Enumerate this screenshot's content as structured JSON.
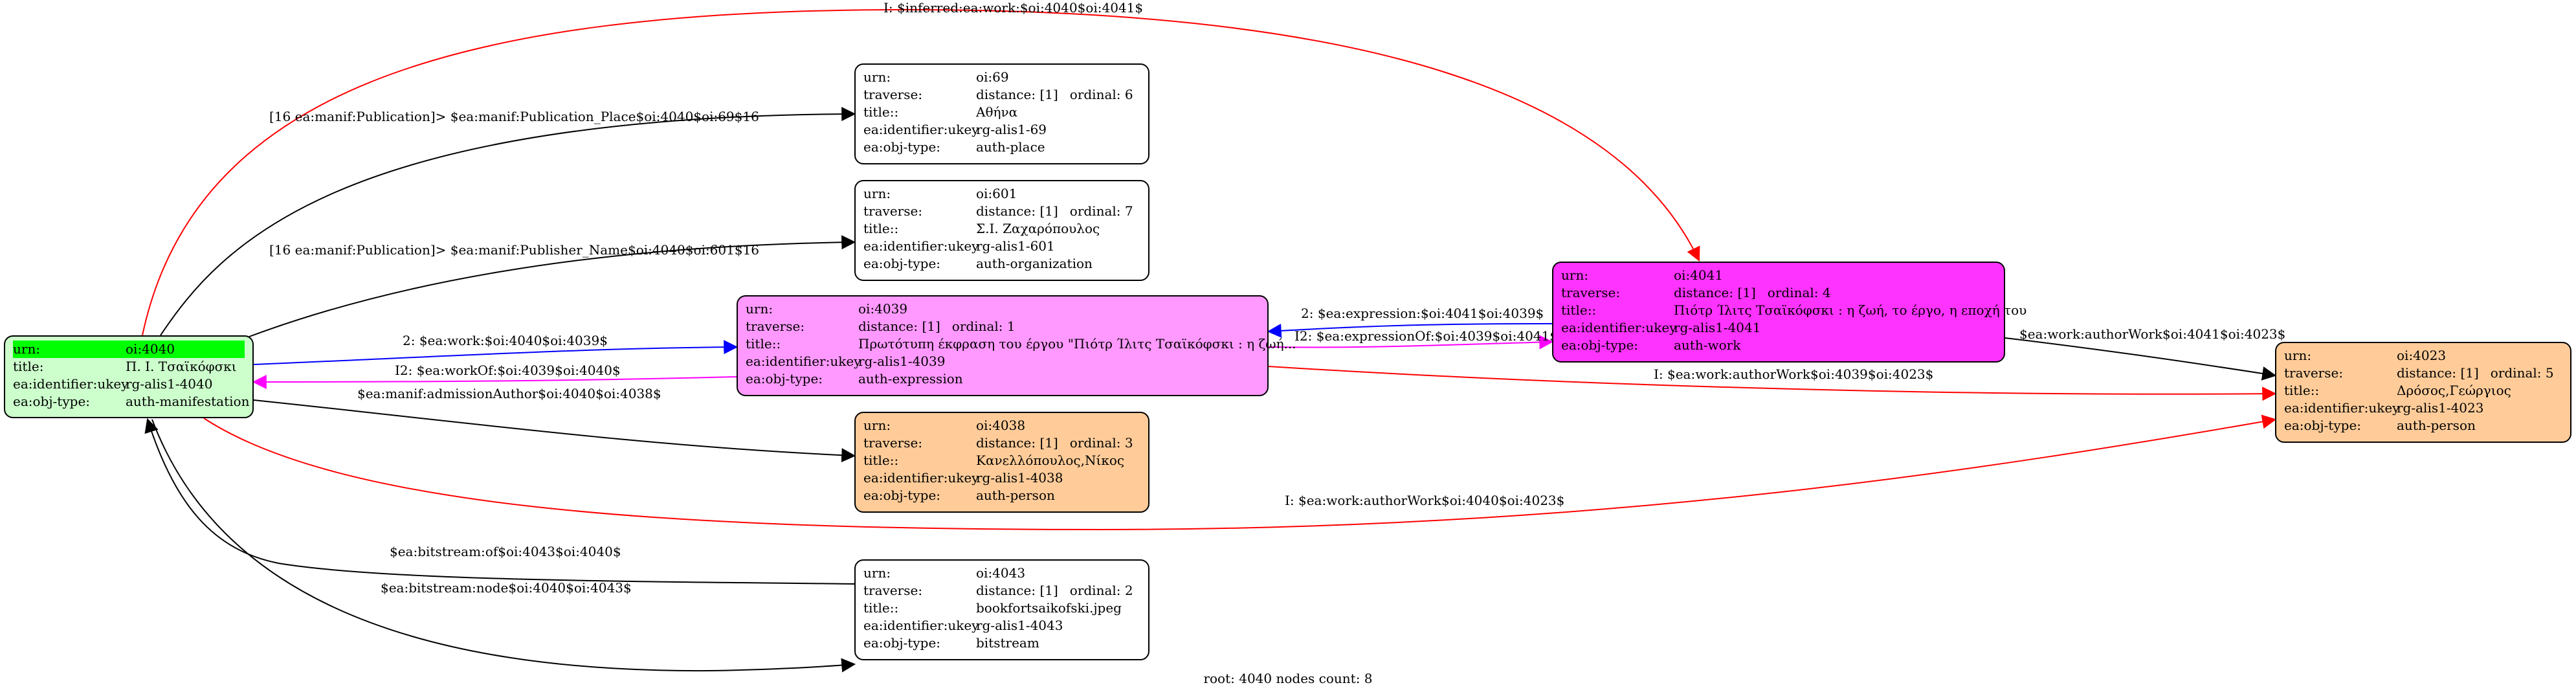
{
  "colors": {
    "root": "#ccffcc",
    "expression": "#ff99ff",
    "work": "#ff33ff",
    "person": "#ffcc99",
    "plain": "#ffffff",
    "highlight": "#00ff00",
    "edge_black": "#000000",
    "edge_red": "#ff0000",
    "edge_blue": "#0000ff",
    "edge_magenta": "#ff00ff"
  },
  "field_labels": {
    "urn": "urn:",
    "traverse": "traverse:",
    "title": "title::",
    "title_root": "title:",
    "ukey": "ea:identifier:ukey",
    "objtype": "ea:obj-type:"
  },
  "nodes": {
    "oi4040": {
      "urn": "oi:4040",
      "title": "Π. Ι. Τσαϊκόφσκι",
      "ukey": "rg-alis1-4040",
      "objtype": "auth-manifestation"
    },
    "oi69": {
      "urn": "oi:69",
      "distance": "distance: [1]",
      "ordinal": "ordinal: 6",
      "title": "Αθήνα",
      "ukey": "rg-alis1-69",
      "objtype": "auth-place"
    },
    "oi601": {
      "urn": "oi:601",
      "distance": "distance: [1]",
      "ordinal": "ordinal: 7",
      "title": "Σ.Ι. Ζαχαρόπουλος",
      "ukey": "rg-alis1-601",
      "objtype": "auth-organization"
    },
    "oi4039": {
      "urn": "oi:4039",
      "distance": "distance: [1]",
      "ordinal": "ordinal: 1",
      "title": "Πρωτότυπη έκφραση του έργου \"Πιότρ Ίλιτς Τσαϊκόφσκι : η ζωή...",
      "ukey": "rg-alis1-4039",
      "objtype": "auth-expression"
    },
    "oi4041": {
      "urn": "oi:4041",
      "distance": "distance: [1]",
      "ordinal": "ordinal: 4",
      "title": "Πιότρ Ίλιτς Τσαϊκόφσκι : η ζωή, το έργο, η εποχή του",
      "ukey": "rg-alis1-4041",
      "objtype": "auth-work"
    },
    "oi4038": {
      "urn": "oi:4038",
      "distance": "distance: [1]",
      "ordinal": "ordinal: 3",
      "title": "Κανελλόπουλος,Νίκος",
      "ukey": "rg-alis1-4038",
      "objtype": "auth-person"
    },
    "oi4023": {
      "urn": "oi:4023",
      "distance": "distance: [1]",
      "ordinal": "ordinal: 5",
      "title": "Δρόσος,Γεώργιος",
      "ukey": "rg-alis1-4023",
      "objtype": "auth-person"
    },
    "oi4043": {
      "urn": "oi:4043",
      "distance": "distance: [1]",
      "ordinal": "ordinal: 2",
      "title": "bookfortsaikofski.jpeg",
      "ukey": "rg-alis1-4043",
      "objtype": "bitstream"
    }
  },
  "edges": {
    "inferred_work": "I: $inferred:ea:work:$oi:4040$oi:4041$",
    "pub_place": "[16 ea:manif:Publication]> $ea:manif:Publication_Place$oi:4040$oi:69$16",
    "pub_name": "[16 ea:manif:Publication]> $ea:manif:Publisher_Name$oi:4040$oi:601$16",
    "work": "2: $ea:work:$oi:4040$oi:4039$",
    "work_of": "I2: $ea:workOf:$oi:4039$oi:4040$",
    "admission_author": "$ea:manif:admissionAuthor$oi:4040$oi:4038$",
    "expression": "2: $ea:expression:$oi:4041$oi:4039$",
    "expression_of": "I2: $ea:expressionOf:$oi:4039$oi:4041$",
    "author_work_4041": "$ea:work:authorWork$oi:4041$oi:4023$",
    "author_work_4039": "I: $ea:work:authorWork$oi:4039$oi:4023$",
    "author_work_4040": "I: $ea:work:authorWork$oi:4040$oi:4023$",
    "bitstream_of": "$ea:bitstream:of$oi:4043$oi:4040$",
    "bitstream_node": "$ea:bitstream:node$oi:4040$oi:4043$"
  },
  "footer": "root: 4040 nodes count: 8"
}
